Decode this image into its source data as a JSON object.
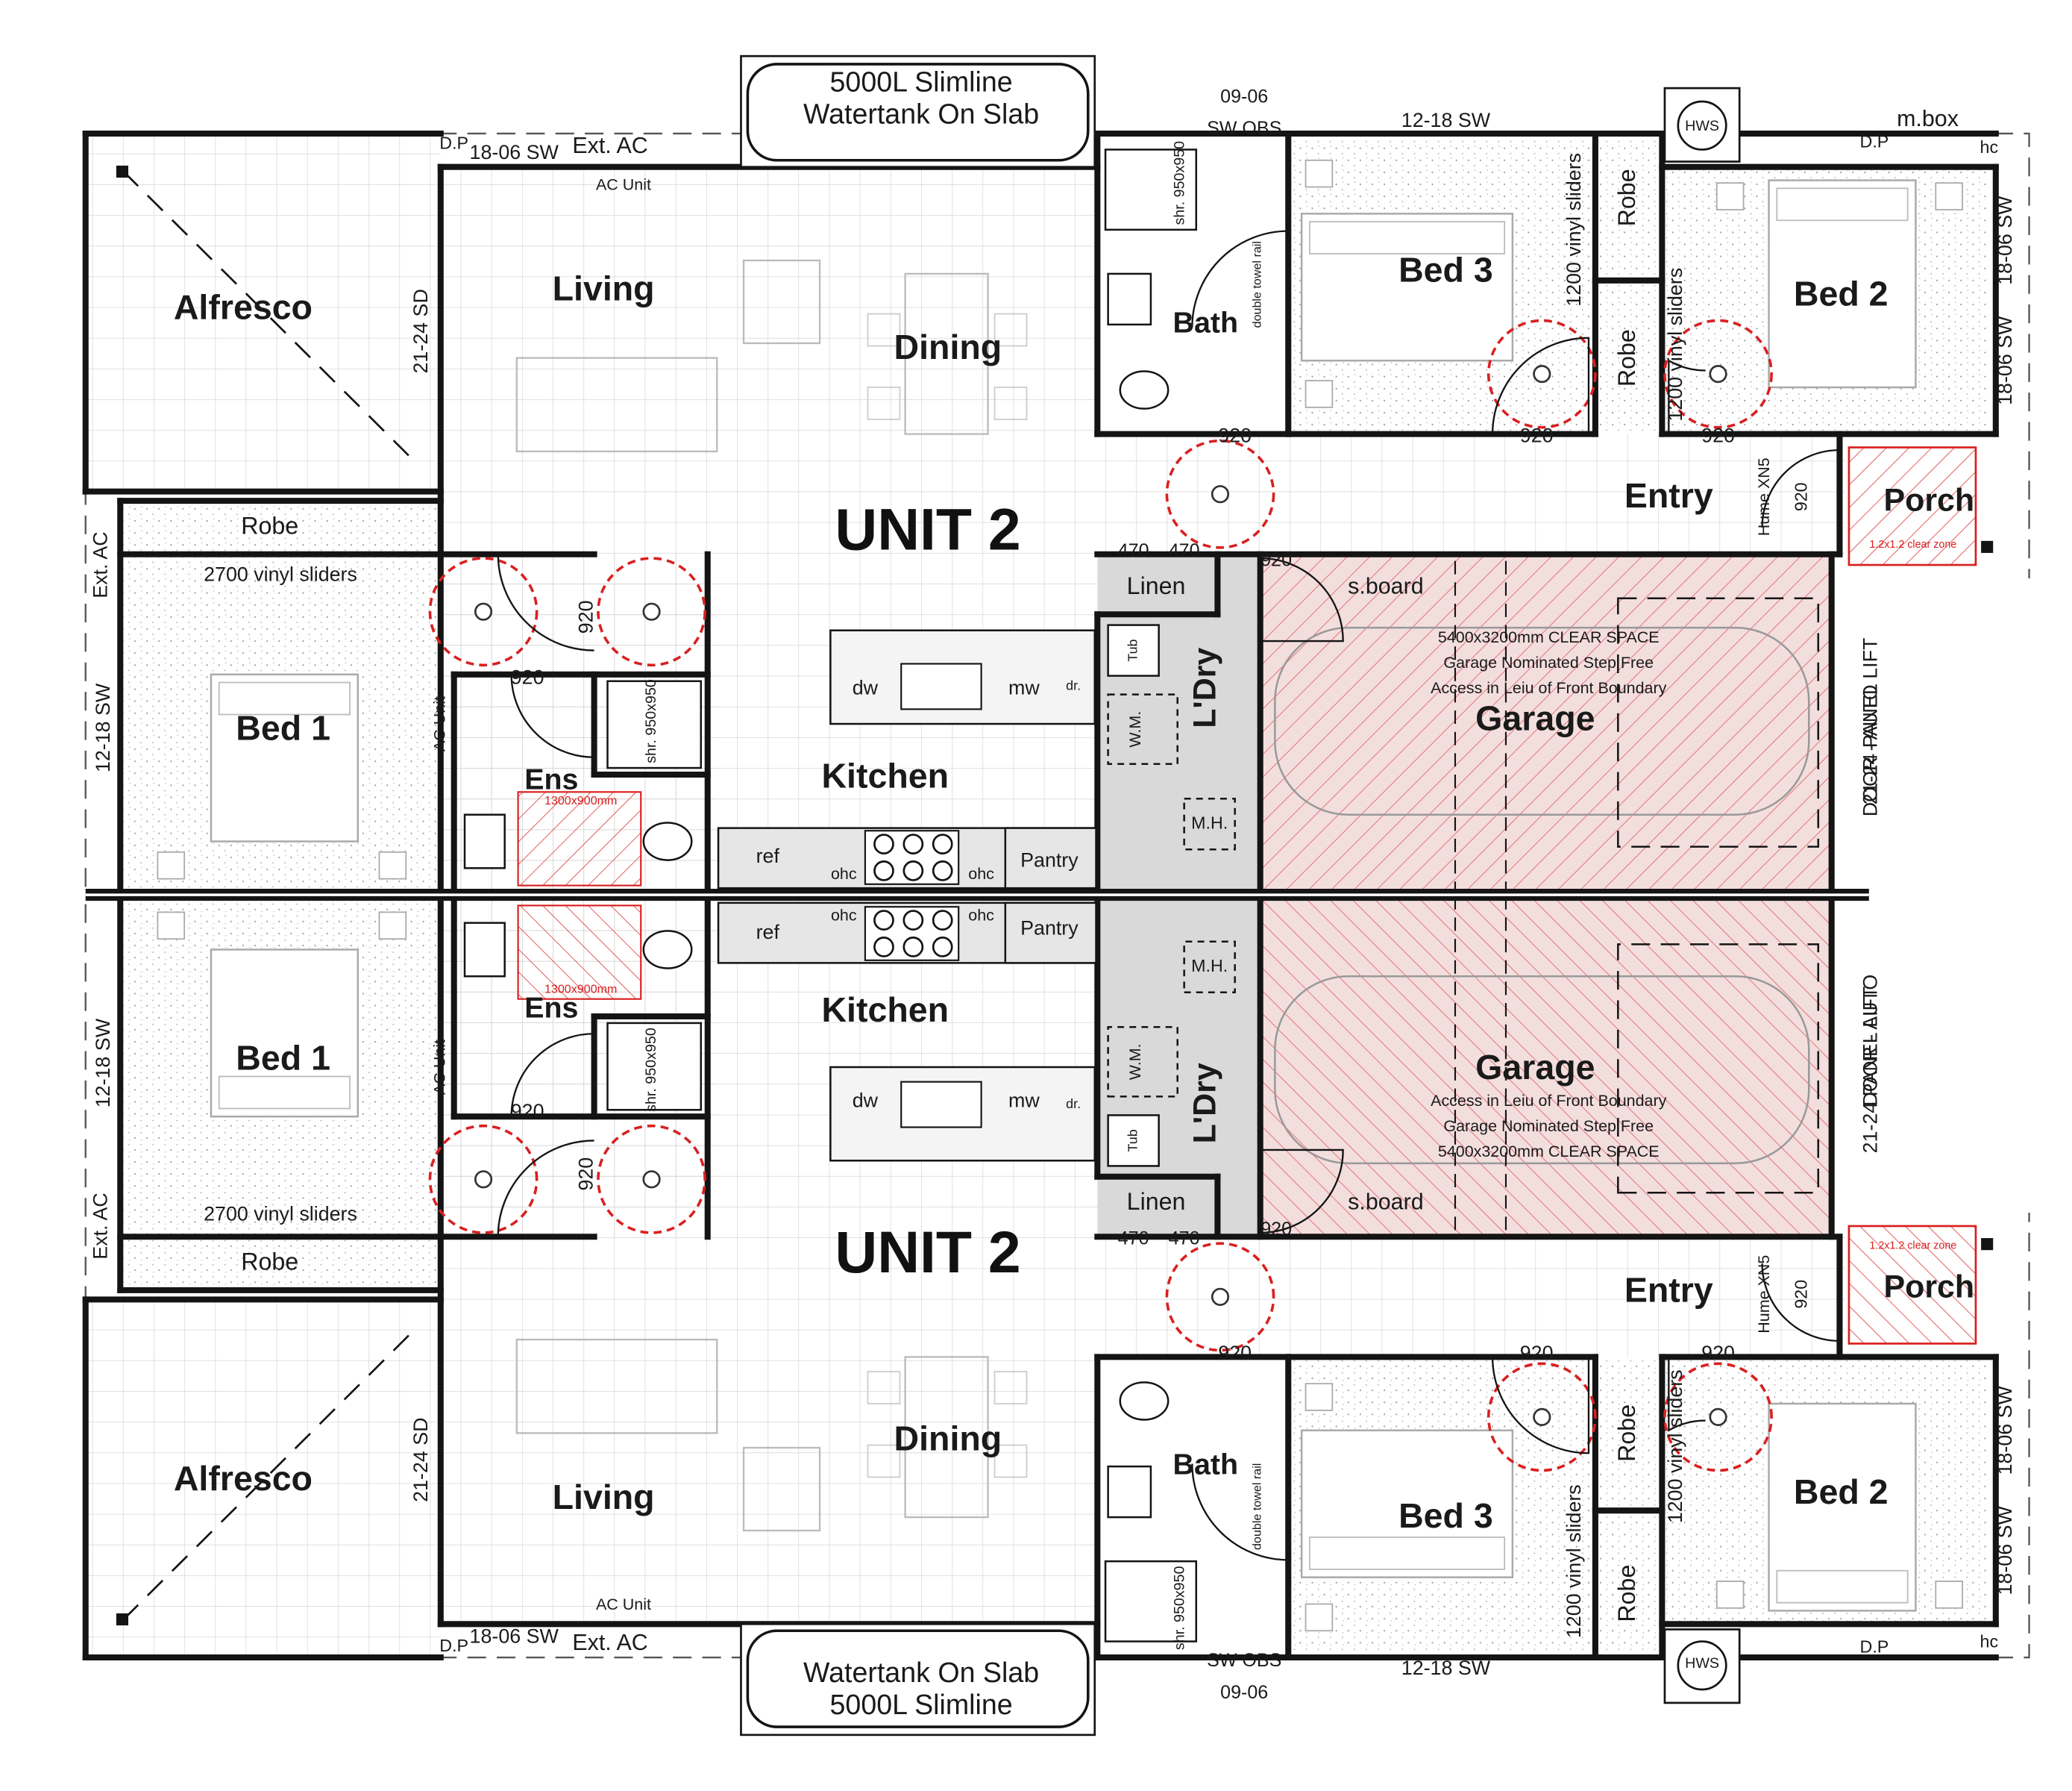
{
  "colors": {
    "wall": "#141414",
    "grid": "#d6d6d6",
    "hatch": "#e04a4a",
    "clearance": "#d92020",
    "garage_fill": "#f3dede",
    "service_fill": "#d9d9d9",
    "dash": "#555555"
  },
  "top": {
    "unit_label": "UNIT 2",
    "rooms": {
      "alfresco": "Alfresco",
      "living": "Living",
      "dining": "Dining",
      "kitchen": "Kitchen",
      "bed1": "Bed 1",
      "robe1": "Robe",
      "ens": "Ens",
      "bath": "Bath",
      "bed3": "Bed 3",
      "bed2": "Bed 2",
      "robe2a": "Robe",
      "robe2b": "Robe",
      "entry": "Entry",
      "porch": "Porch",
      "laundry": "L'Dry",
      "linen": "Linen",
      "garage": "Garage",
      "pantry": "Pantry"
    },
    "tank": [
      "5000L Slimline",
      "Watertank On Slab"
    ],
    "garage_note": [
      "5400x3200mm CLEAR SPACE",
      "Garage Nominated Step Free",
      "Access in Leiu of Front Boundary"
    ],
    "notes": {
      "dp_left": "D.P",
      "sw_18_06": "18-06 SW",
      "ext_ac": "Ext. AC",
      "ac_unit": "AC Unit",
      "sd_21_24": "21-24 SD",
      "sliders_2700": "2700 vinyl sliders",
      "sw_12_18_left": "12-18 SW",
      "ext_ac_side": "Ext. AC",
      "ac_unit_ens": "AC Unit",
      "d920_bed1": "920",
      "d920_ens": "920",
      "shr_ens": "shr. 950x950",
      "vanity_ens": "1300x900mm",
      "dw": "dw",
      "mw": "mw",
      "dr": "dr.",
      "ref": "ref",
      "ohc1": "ohc",
      "ohc2": "ohc",
      "mh": "M.H.",
      "wm": "W.M.",
      "tub": "Tub",
      "d470a": "470",
      "d470b": "470",
      "d920_linen": "920",
      "sboard": "s.board",
      "obs": [
        "09-06",
        "SW OBS"
      ],
      "sw_12_18_top": "12-18 SW",
      "hws": "HWS",
      "mbox": "m.box",
      "hc": "hc",
      "dp_right": "D.P",
      "sw_18_06_r1": "18-06 SW",
      "sw_18_06_r2": "18-06 SW",
      "sliders_1200a": "1200 vinyl sliders",
      "sliders_1200b": "1200 vinyl sliders",
      "d920_bed3": "920",
      "d920_bed2": "920",
      "d920_bath": "920",
      "hume": "Hume XN5",
      "d920_entry": "920",
      "porch_zone": "1.2x1.2 clear zone",
      "panel_lift": [
        "21-24 PANEL LIFT",
        "DOOR - AUTO"
      ],
      "shr_bath": "shr. 950x950",
      "towel_rail": "double towel rail"
    }
  },
  "bottom": {
    "unit_label": "UNIT 2",
    "rooms": {
      "alfresco": "Alfresco",
      "living": "Living",
      "dining": "Dining",
      "kitchen": "Kitchen",
      "bed1": "Bed 1",
      "robe1": "Robe",
      "ens": "Ens",
      "bath": "Bath",
      "bed3": "Bed 3",
      "bed2": "Bed 2",
      "robe2a": "Robe",
      "robe2b": "Robe",
      "entry": "Entry",
      "porch": "Porch",
      "laundry": "L'Dry",
      "linen": "Linen",
      "garage": "Garage",
      "pantry": "Pantry"
    },
    "tank": [
      "5000L Slimline",
      "Watertank On Slab"
    ],
    "garage_note": [
      "5400x3200mm CLEAR SPACE",
      "Garage Nominated Step Free",
      "Access in Leiu of Front Boundary"
    ],
    "notes": {
      "dp_left": "D.P",
      "sw_18_06": "18-06 SW",
      "ext_ac": "Ext. AC",
      "ac_unit": "AC Unit",
      "sd_21_24": "21-24 SD",
      "sliders_2700": "2700 vinyl sliders",
      "sw_12_18_left": "12-18 SW",
      "ext_ac_side": "Ext. AC",
      "ac_unit_ens": "AC Unit",
      "d920_bed1": "920",
      "d920_ens": "920",
      "shr_ens": "shr. 950x950",
      "vanity_ens": "1300x900mm",
      "dw": "dw",
      "mw": "mw",
      "dr": "dr.",
      "ref": "ref",
      "ohc1": "ohc",
      "ohc2": "ohc",
      "mh": "M.H.",
      "wm": "W.M.",
      "tub": "Tub",
      "d470a": "470",
      "d470b": "470",
      "d920_linen": "920",
      "sboard": "s.board",
      "obs": [
        "09-06",
        "SW OBS"
      ],
      "sw_12_18_top": "12-18 SW",
      "hws": "HWS",
      "mbox": "",
      "hc": "hc",
      "dp_right": "D.P",
      "sw_18_06_r1": "18-06 SW",
      "sw_18_06_r2": "18-06 SW",
      "sliders_1200a": "1200 vinyl sliders",
      "sliders_1200b": "1200 vinyl sliders",
      "d920_bed3": "920",
      "d920_bed2": "920",
      "d920_bath": "920",
      "hume": "Hume XN5",
      "d920_entry": "920",
      "porch_zone": "1.2x1.2 clear zone",
      "panel_lift": [
        "21-24 PANEL LIFT",
        "DOOR - AUTO"
      ],
      "shr_bath": "shr. 950x950",
      "towel_rail": "double towel rail"
    }
  }
}
